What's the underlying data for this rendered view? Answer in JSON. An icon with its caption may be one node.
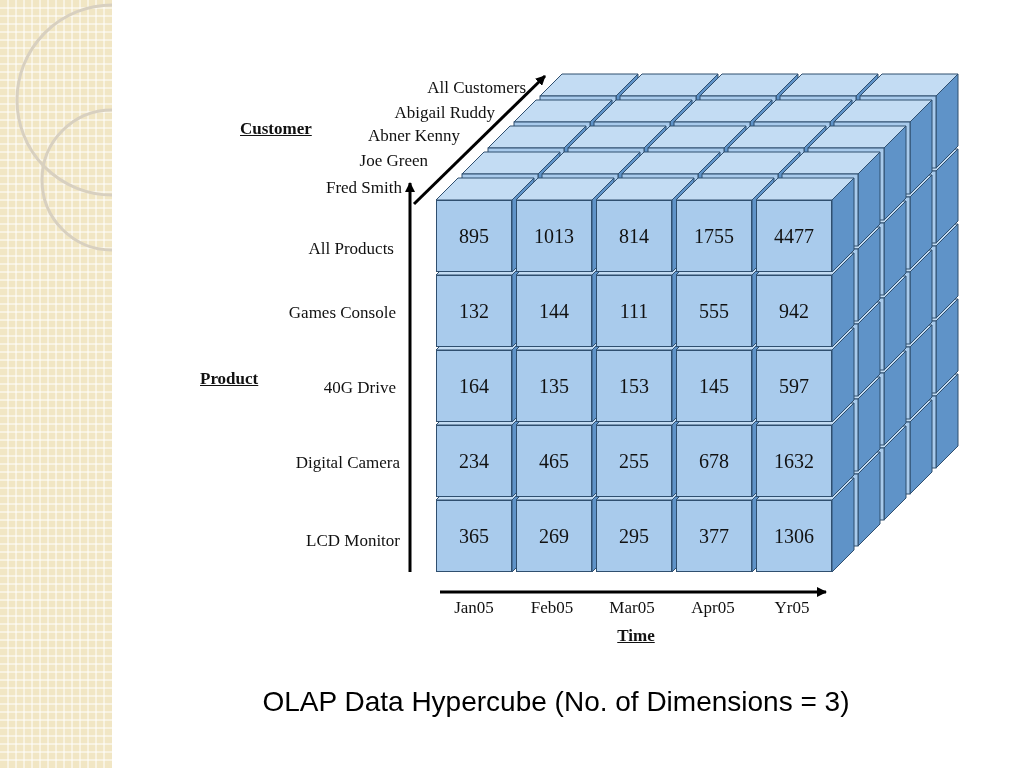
{
  "diagram": {
    "caption": "OLAP Data Hypercube (No. of Dimensions = 3)",
    "nodes": [
      {
        "text": [
          "895"
        ]
      },
      {
        "text": [
          "1013"
        ]
      },
      {
        "text": [
          "814"
        ]
      },
      {
        "text": [
          "1755"
        ]
      },
      {
        "text": [
          "4477"
        ]
      },
      {
        "text": [
          "132"
        ]
      },
      {
        "text": [
          "144"
        ]
      },
      {
        "text": [
          "111"
        ]
      },
      {
        "text": [
          "555"
        ]
      },
      {
        "text": [
          "942"
        ]
      },
      {
        "text": [
          "164"
        ]
      },
      {
        "text": [
          "135"
        ]
      },
      {
        "text": [
          "153"
        ]
      },
      {
        "text": [
          "145"
        ]
      },
      {
        "text": [
          "597"
        ]
      },
      {
        "text": [
          "234"
        ]
      },
      {
        "text": [
          "465"
        ]
      },
      {
        "text": [
          "255"
        ]
      },
      {
        "text": [
          "678"
        ]
      },
      {
        "text": [
          "1632"
        ]
      },
      {
        "text": [
          "365"
        ]
      },
      {
        "text": [
          "269"
        ]
      },
      {
        "text": [
          "295"
        ]
      },
      {
        "text": [
          "377"
        ]
      },
      {
        "text": [
          "1306"
        ]
      }
    ],
    "labels": [
      "All Customers",
      "Abigail Ruddy",
      "Customer",
      "Abner Kenny",
      "Joe Green",
      "Fred Smith",
      "All Products",
      "Games Console",
      "Product",
      "40G Drive",
      "Digital Camera",
      "LCD Monitor",
      "Jan05",
      "Feb05",
      "Mar05",
      "Apr05",
      "Yr05",
      "Time"
    ]
  }
}
